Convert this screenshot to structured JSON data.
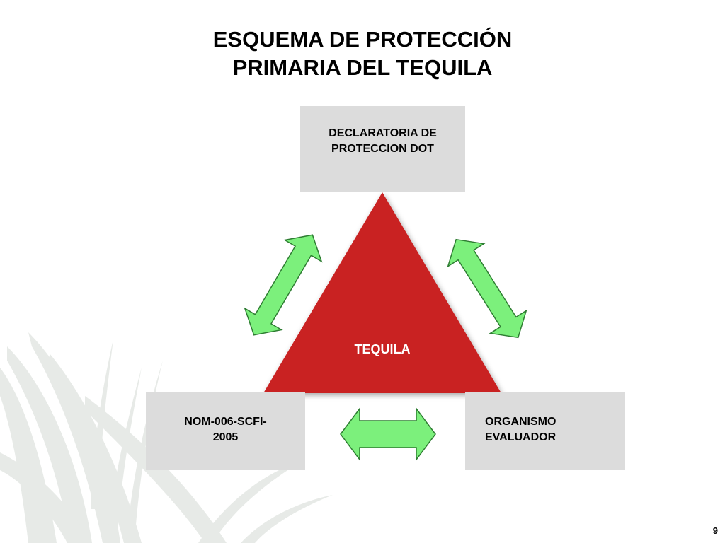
{
  "title": {
    "line1": "ESQUEMA DE PROTECCIÓN",
    "line2": "PRIMARIA DEL TEQUILA"
  },
  "diagram": {
    "center": "TEQUILA",
    "nodes": {
      "top": {
        "line1": "DECLARATORIA DE",
        "line2": "PROTECCION DOT"
      },
      "left": {
        "line1": "NOM-006-SCFI-",
        "line2": "2005"
      },
      "right": {
        "line1": "ORGANISMO",
        "line2": "EVALUADOR"
      }
    },
    "colors": {
      "triangle": "#c92020",
      "arrow_fill": "#7cf07c",
      "arrow_stroke": "#2e7d32",
      "box": "#dcdcdc"
    }
  },
  "page_number": "9"
}
